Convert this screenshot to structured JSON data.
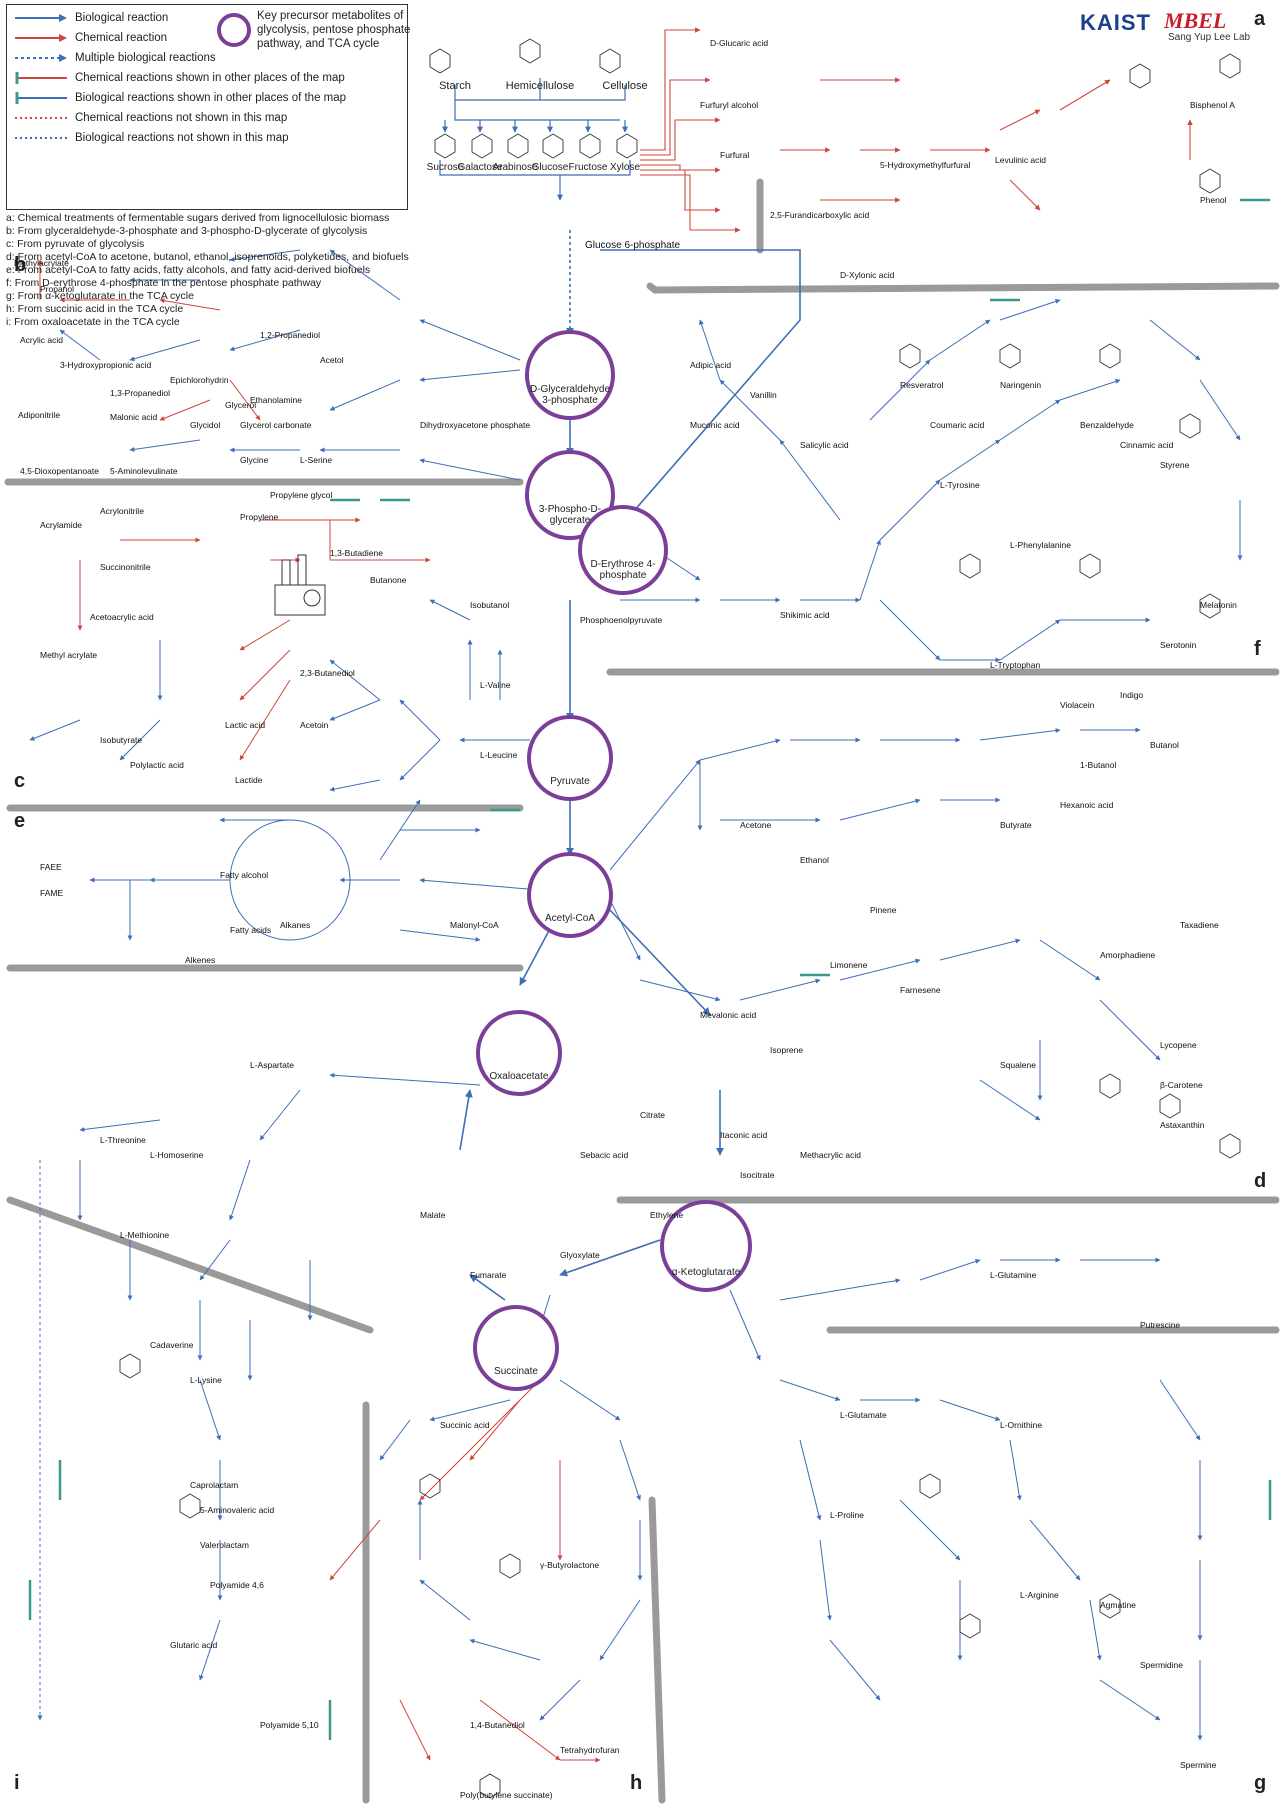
{
  "legend": {
    "items": [
      {
        "label": "Biological reaction",
        "color": "#3c6fb5",
        "style": "solid-arrow"
      },
      {
        "label": "Chemical reaction",
        "color": "#d0463c",
        "style": "solid-arrow"
      },
      {
        "label": "Multiple biological reactions",
        "color": "#3c6fb5",
        "style": "dotted-arrow"
      },
      {
        "label": "Chemical reactions shown in other places of the map",
        "color": "#d0463c",
        "style": "tee"
      },
      {
        "label": "Biological reactions shown in other places of the map",
        "color": "#3c6fb5",
        "style": "tee"
      },
      {
        "label": "Chemical reactions not shown in this map",
        "color": "#d0463c",
        "style": "dotted"
      },
      {
        "label": "Biological reactions not shown in this map",
        "color": "#3c6fb5",
        "style": "dotted"
      }
    ],
    "key_precursor": "Key precursor metabolites of glycolysis, pentose phosphate pathway, and TCA cycle",
    "key_color": "#7b3f98"
  },
  "notes": [
    "a: Chemical treatments of fermentable sugars derived from lignocellulosic biomass",
    "b: From glyceraldehyde-3-phosphate and 3-phospho-D-glycerate of glycolysis",
    "c: From pyruvate of glycolysis",
    "d: From acetyl-CoA to acetone, butanol, ethanol, isoprenoids, polyketides, and biofuels",
    "e: From acetyl-CoA to fatty acids, fatty alcohols, and fatty acid-derived biofuels",
    "f: From D-erythrose 4-phosphate in the pentose phosphate pathway",
    "g: From α-ketoglutarate in the TCA cycle",
    "h: From succinic acid in the TCA cycle",
    "i: From oxaloacetate in the TCA cycle"
  ],
  "brand": {
    "kaist": "KAIST",
    "mbel": "MBEL",
    "lab": "Sang Yup Lee Lab"
  },
  "panels": [
    "a",
    "b",
    "c",
    "d",
    "e",
    "f",
    "g",
    "h",
    "i"
  ],
  "polysaccharides": [
    "Starch",
    "Hemicellulose",
    "Cellulose"
  ],
  "sugars": [
    "Sucrose",
    "Galactose",
    "Arabinose",
    "Glucose",
    "Fructose",
    "Xylose"
  ],
  "hubs": {
    "g6p": "Glucose 6-phosphate",
    "g3p": "D-Glyceraldehyde 3-phosphate",
    "pg3": "3-Phospho-D-glycerate",
    "e4p": "D-Erythrose 4-phosphate",
    "pyr": "Pyruvate",
    "acoa": "Acetyl-CoA",
    "oaa": "Oxaloacetate",
    "akg": "α-Ketoglutarate",
    "suc": "Succinate"
  },
  "metabolites": [
    "Propanol",
    "1,2-Propanediol",
    "Acetol",
    "Glycerol",
    "1,3-Propanediol",
    "3-Hydroxypropionic acid",
    "Acrylic acid",
    "Malonic acid",
    "Epichlorohydrin",
    "Glycidol",
    "Glycerol carbonate",
    "Dihydroxyacetone phosphate",
    "L-Serine",
    "Glycine",
    "Ethanolamine",
    "Methylacrylate",
    "Adiponitrile",
    "4,5-Dioxopentanoate",
    "5-Aminolevulinate",
    "Propylene",
    "Propylene glycol",
    "Acrylonitrile",
    "Acrylamide",
    "Succinonitrile",
    "Acetoacrylic acid",
    "Methyl acrylate",
    "Lactic acid",
    "Lactide",
    "Polylactic acid",
    "Isobutyrate",
    "2,3-Butanediol",
    "Acetoin",
    "1,3-Butadiene",
    "Butanone",
    "Isobutanol",
    "L-Valine",
    "L-Leucine",
    "Isoprene",
    "Phosphoenolpyruvate",
    "Shikimic acid",
    "L-Tyrosine",
    "L-Phenylalanine",
    "L-Tryptophan",
    "Styrene",
    "Resveratrol",
    "Naringenin",
    "Coumaric acid",
    "Cinnamic acid",
    "Salicylic acid",
    "Muconic acid",
    "Adipic acid",
    "Vanillin",
    "Melatonin",
    "Serotonin",
    "Indigo",
    "Violacein",
    "Benzaldehyde",
    "Ethanol",
    "Acetone",
    "Butanol",
    "1-Butanol",
    "Butyrate",
    "Hexanoic acid",
    "Mevalonic acid",
    "Farnesene",
    "Pinene",
    "Limonene",
    "Squalene",
    "Amorphadiene",
    "Taxadiene",
    "Lycopene",
    "β-Carotene",
    "Astaxanthin",
    "Fatty acids",
    "Fatty alcohol",
    "FAEE",
    "FAME",
    "Alkanes",
    "Alkenes",
    "Malonyl-CoA",
    "Citrate",
    "Isocitrate",
    "Glyoxylate",
    "Malate",
    "Fumarate",
    "L-Aspartate",
    "L-Glutamate",
    "L-Glutamine",
    "L-Proline",
    "L-Ornithine",
    "L-Arginine",
    "Putrescine",
    "Cadaverine",
    "L-Lysine",
    "L-Threonine",
    "L-Methionine",
    "L-Homoserine",
    "1,4-Butanediol",
    "γ-Butyrolactone",
    "Tetrahydrofuran",
    "Succinic acid",
    "Poly(butylene succinate)",
    "5-Aminovaleric acid",
    "Glutaric acid",
    "Caprolactam",
    "Valerolactam",
    "Polyamide 4,6",
    "Polyamide 5,10",
    "Spermidine",
    "Spermine",
    "Agmatine",
    "Levulinic acid",
    "5-Hydroxymethylfurfural",
    "Furfural",
    "Furfuryl alcohol",
    "D-Xylonic acid",
    "D-Glucaric acid",
    "Phenol",
    "Bisphenol A",
    "2,5-Furandicarboxylic acid",
    "Sebacic acid",
    "Itaconic acid",
    "Methacrylic acid",
    "Ethylene"
  ]
}
